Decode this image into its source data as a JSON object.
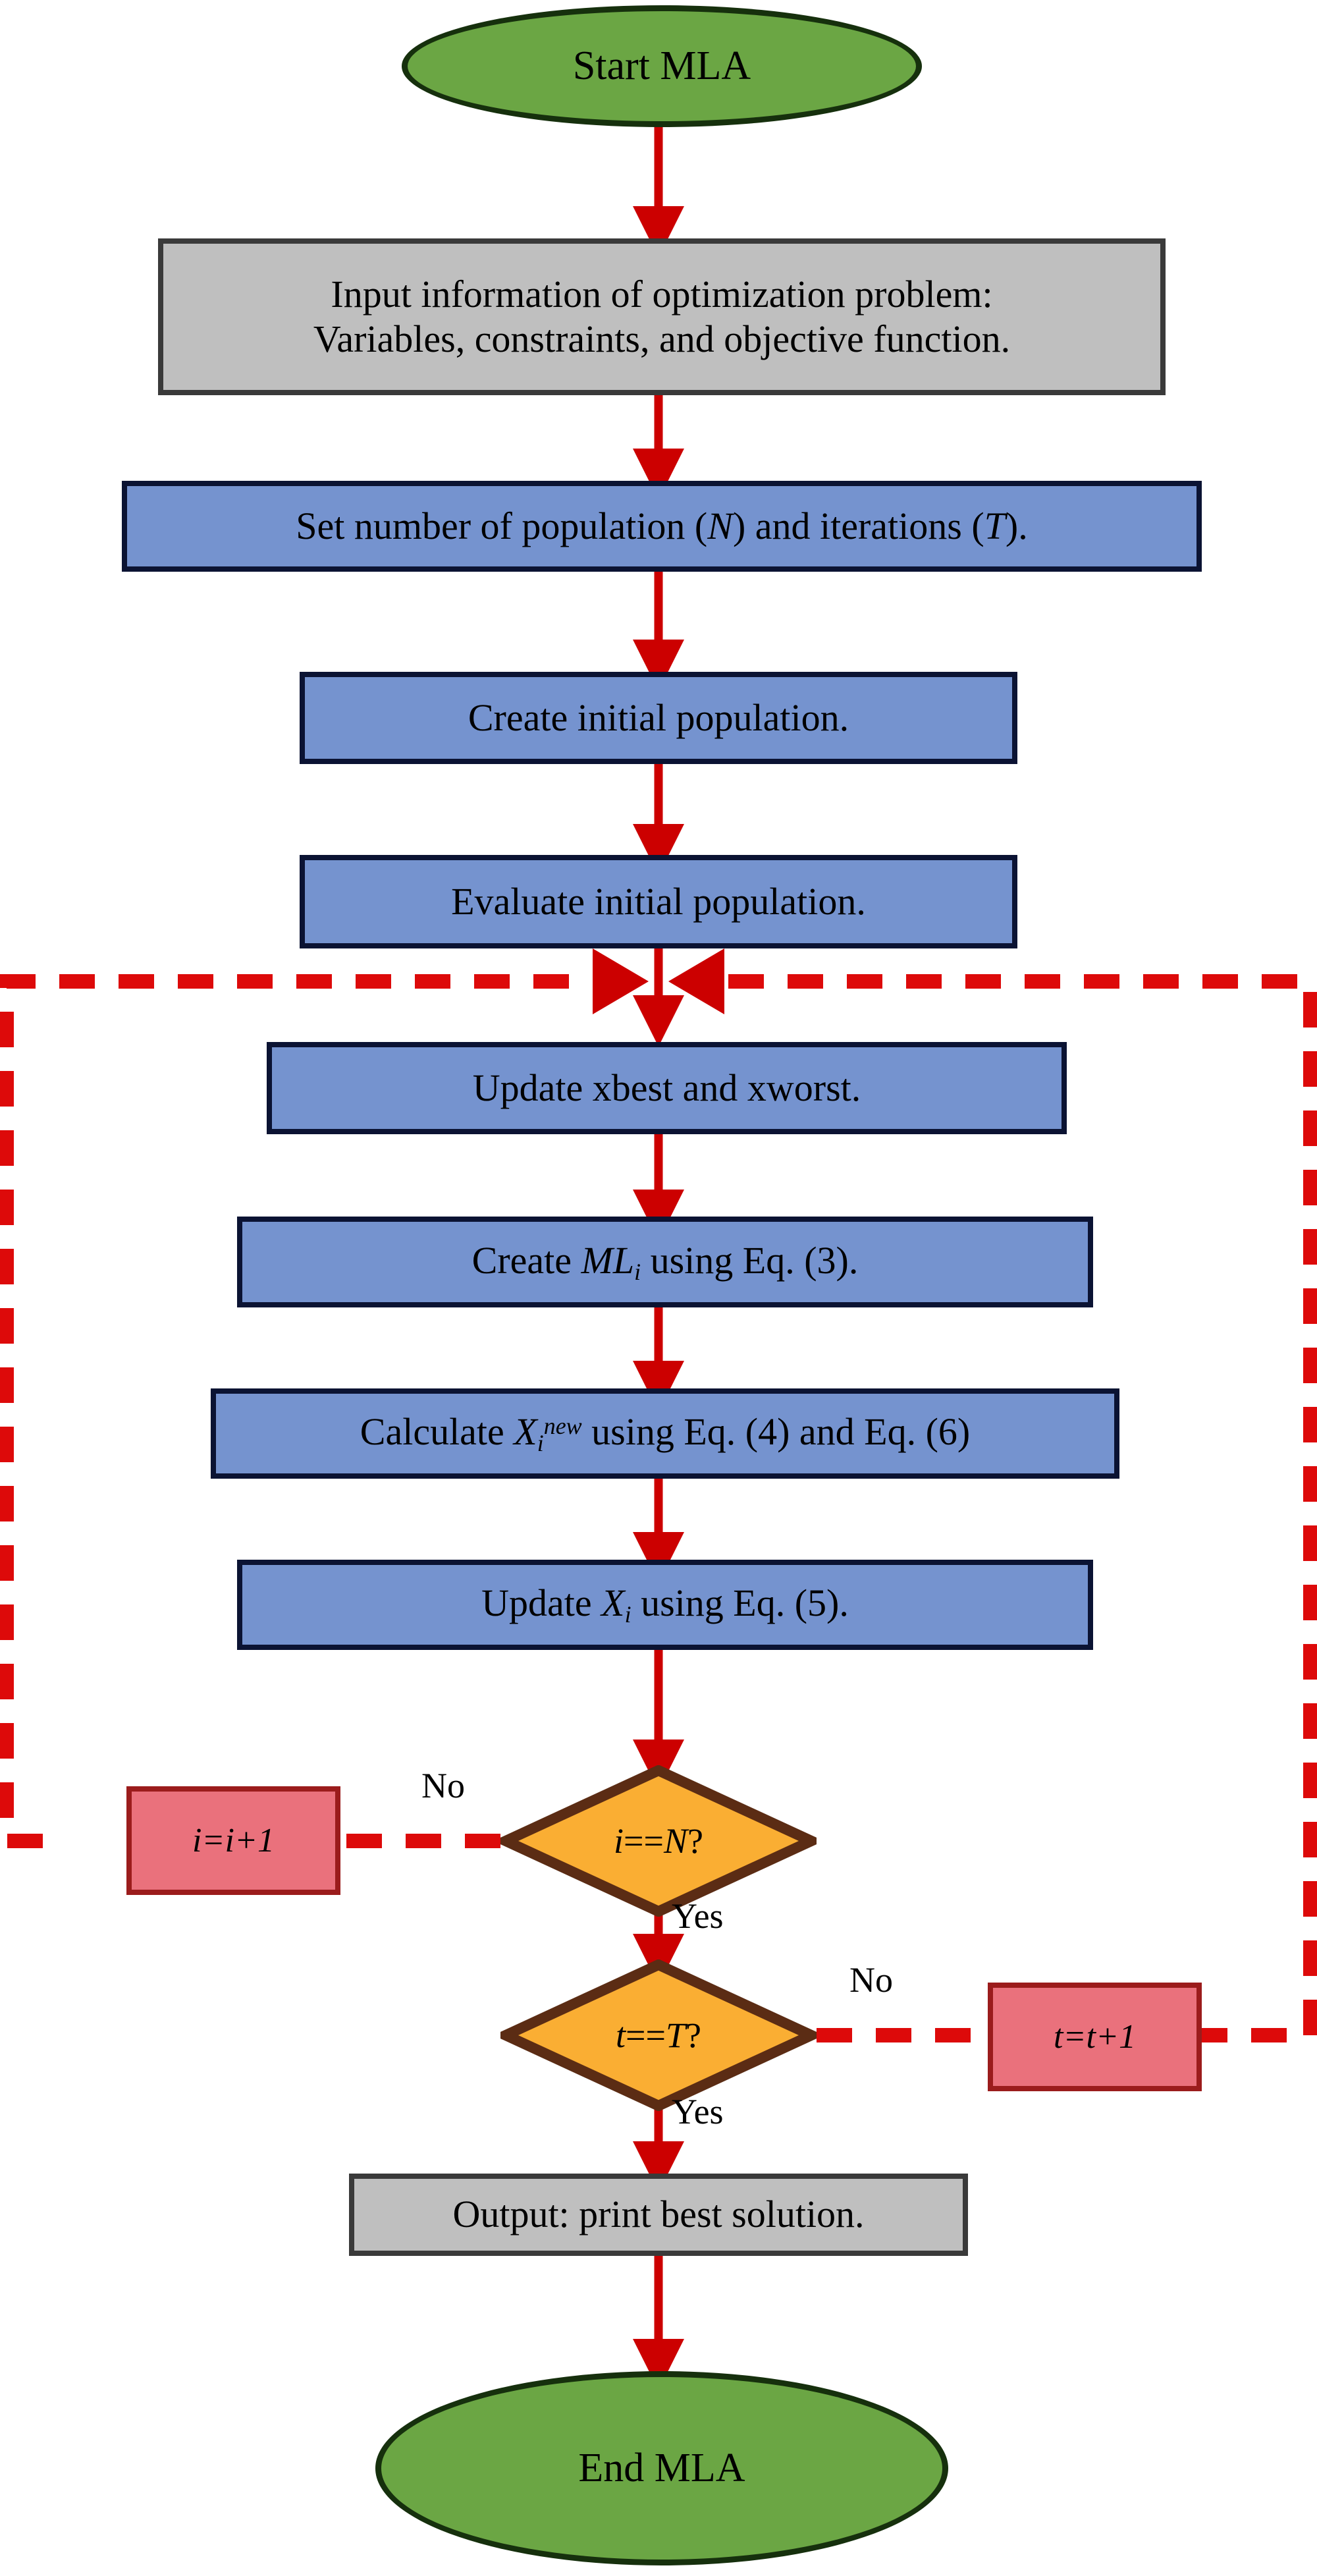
{
  "diagram": {
    "title": "MLA algorithm flowchart",
    "colors": {
      "arrow_red": "#CC0000",
      "dashed_red": "#DD0A0A",
      "terminal_fill": "#6BA644",
      "terminal_border": "#16300D",
      "io_fill": "#BFBFBF",
      "io_border": "#3A3A3A",
      "process_fill": "#7593CF",
      "process_border": "#0B1333",
      "decision_fill": "#FAAE33",
      "decision_border": "#5B2C14",
      "counter_fill": "#EA717C",
      "counter_border": "#9B1C1C"
    }
  },
  "nodes": {
    "start": {
      "label": "Start MLA",
      "type": "terminal"
    },
    "input": {
      "line1": "Input information of optimization problem:",
      "line2": "Variables, constraints, and objective function.",
      "type": "io"
    },
    "set_params": {
      "prefix": "Set number of population (",
      "var1": "N",
      "middle": ") and iterations (",
      "var2": "T",
      "suffix": ").",
      "type": "process"
    },
    "create_pop": {
      "label": "Create initial population.",
      "type": "process"
    },
    "evaluate_pop": {
      "label": "Evaluate initial population.",
      "type": "process"
    },
    "update_best": {
      "label": "Update xbest and xworst.",
      "type": "process"
    },
    "create_ml": {
      "prefix": "Create ",
      "var": "ML",
      "sub": "i",
      "suffix": " using Eq. (3).",
      "type": "process"
    },
    "calc_xnew": {
      "prefix": "Calculate ",
      "var": "X",
      "sub": "i",
      "sup": "new",
      "suffix": " using Eq. (4) and Eq. (6)",
      "type": "process"
    },
    "update_x": {
      "prefix": "Update ",
      "var": "X",
      "sub": "i",
      "suffix": " using Eq. (5).",
      "type": "process"
    },
    "decision_i": {
      "prefix": "i",
      "op": "==",
      "var": "N",
      "suffix": "?",
      "type": "decision"
    },
    "decision_t": {
      "prefix": "t",
      "op": "==",
      "var": "T",
      "suffix": "?",
      "type": "decision"
    },
    "inc_i": {
      "label": "i=i+1",
      "type": "counter"
    },
    "inc_t": {
      "label": "t=t+1",
      "type": "counter"
    },
    "output": {
      "label": "Output: print best solution.",
      "type": "io"
    },
    "end": {
      "label": "End MLA",
      "type": "terminal"
    }
  },
  "edge_labels": {
    "no_i": "No",
    "yes_i": "Yes",
    "no_t": "No",
    "yes_t": "Yes"
  }
}
